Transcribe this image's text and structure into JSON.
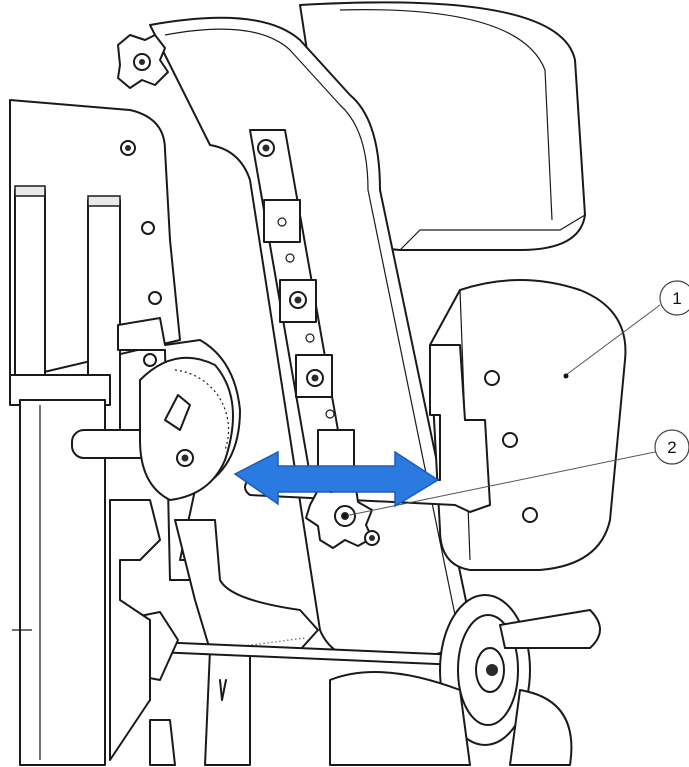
{
  "callouts": [
    {
      "id": "1",
      "label": "1"
    },
    {
      "id": "2",
      "label": "2"
    }
  ],
  "colors": {
    "arrow": "#2a7ae2",
    "line": "#1a1a1a",
    "shade": "#e9e9e9"
  },
  "icons": [
    "double-headed-arrow",
    "star-knob",
    "handwheel",
    "angle-scale"
  ]
}
